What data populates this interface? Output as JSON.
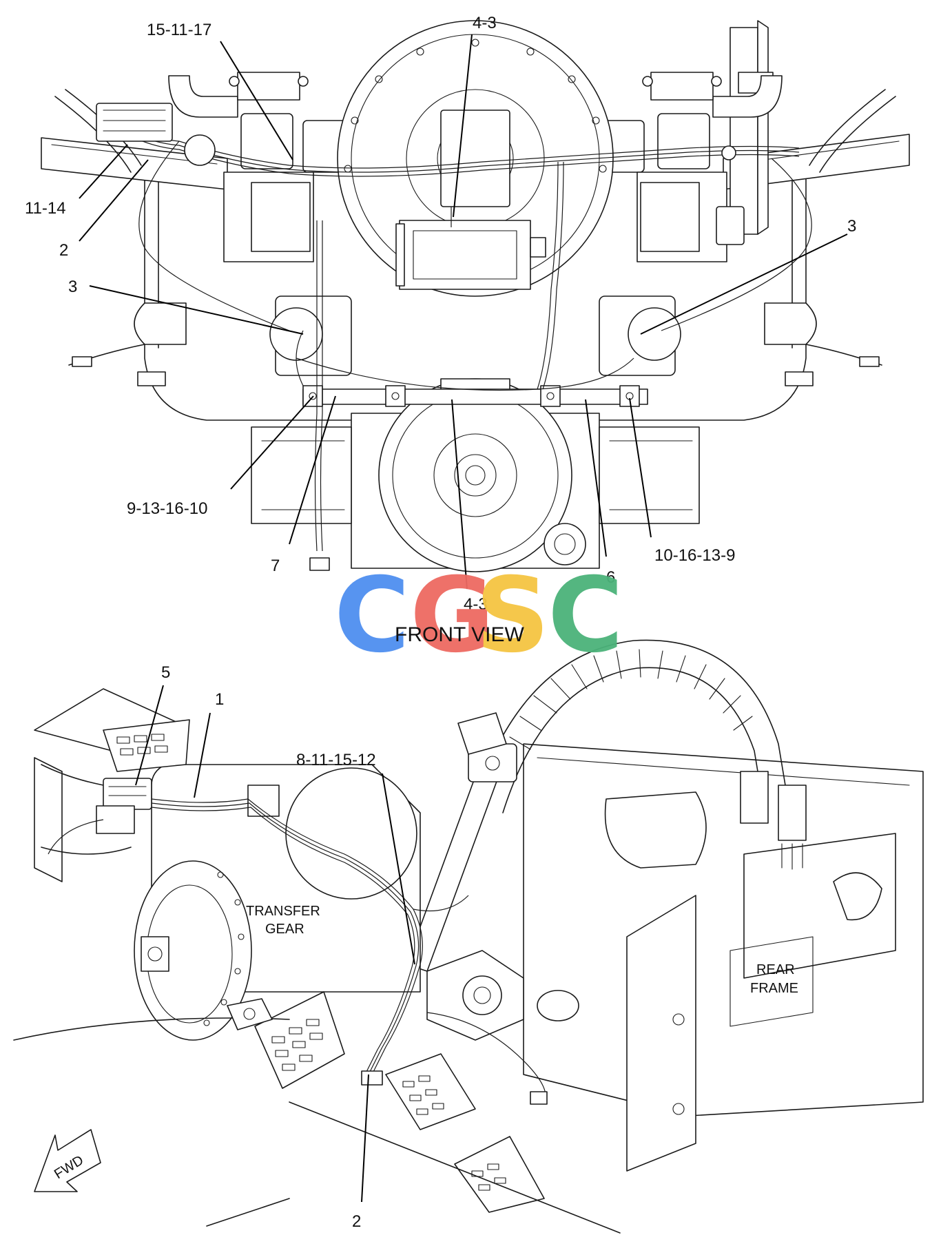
{
  "front_view": {
    "title": "FRONT VIEW",
    "callouts": {
      "c_15_11_17": "15-11-17",
      "c_4_3_top": "4-3",
      "c_11_14": "11-14",
      "c_2_top": "2",
      "c_3_left": "3",
      "c_3_right": "3",
      "c_9_13_16_10": "9-13-16-10",
      "c_7": "7",
      "c_4_3_bottom": "4-3",
      "c_6": "6",
      "c_10_16_13_9": "10-16-13-9"
    }
  },
  "iso_view": {
    "labels": {
      "transfer_gear_1": "TRANSFER",
      "transfer_gear_2": "GEAR",
      "rear_frame_1": "REAR",
      "rear_frame_2": "FRAME",
      "fwd": "FWD"
    },
    "callouts": {
      "c_5": "5",
      "c_1": "1",
      "c_8_11_15_12": "8-11-15-12",
      "c_2_bottom": "2"
    }
  },
  "watermark": {
    "letters": [
      "C",
      "G",
      "S",
      "C"
    ],
    "colors": [
      "#4f8ff0",
      "#ee6a62",
      "#f5c542",
      "#4bb37a"
    ]
  }
}
